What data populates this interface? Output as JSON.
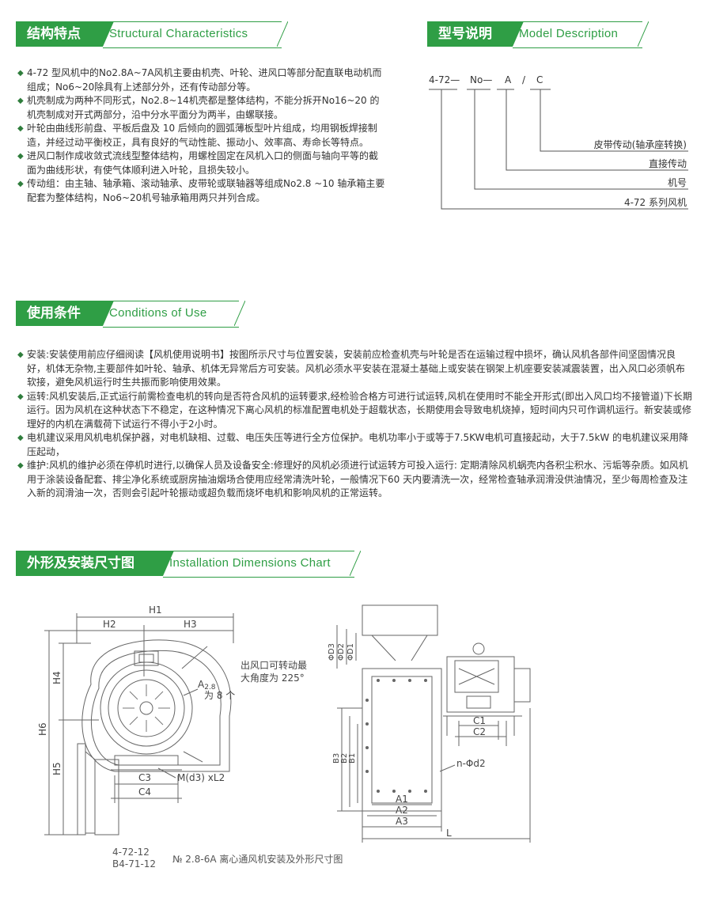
{
  "sections": {
    "structural": {
      "cn": "结构特点",
      "en": "Structural Characteristics"
    },
    "model": {
      "cn": "型号说明",
      "en": "Model Description"
    },
    "conditions": {
      "cn": "使用条件",
      "en": "Conditions of Use"
    },
    "installation": {
      "cn": "外形及安装尺寸图",
      "en": "Installation Dimensions Chart"
    }
  },
  "structural_items": [
    "4-72 型风机中的No2.8A~7A风机主要由机壳、叶轮、进风口等部分配直联电动机而组成；No6~20除具有上述部分外，还有传动部分等。",
    "机壳制成为两种不同形式，No2.8~14机壳都是整体结构，不能分拆开No16~20 的机壳制成对开式两部分，沿中分水平面分为两半，由螺联接。",
    "叶轮由曲线形前盘、平板后盘及 10 后倾向的圆弧薄板型叶片组成，均用钢板焊接制造，并经过动平衡校正，具有良好的气动性能、振动小、效率高、寿命长等特点。",
    "进风口制作成收敛式流线型整体结构，用螺栓固定在风机入口的侧面与轴向平等的截面为曲线形状，有使气体顺利进入叶轮，且损失较小。",
    "传动组：由主轴、轴承箱、滚动轴承、皮带轮或联轴器等组成No2.8 ~10 轴承箱主要配套为整体结构，No6~20机号轴承箱用两只并列合成。"
  ],
  "model": {
    "code_parts": [
      "4-72—",
      "No—",
      "A",
      "/",
      "C"
    ],
    "labels": [
      "皮带传动(轴承座转换)",
      "直接传动",
      "机号",
      "4-72 系列风机"
    ]
  },
  "condition_items": [
    "安装:安装使用前应仔细阅读【风机使用说明书】按图所示尺寸与位置安装，安装前应检查机壳与叶轮是否在运输过程中损坏，确认风机各部件间坚固情况良好，机体无杂物,主要部件如叶轮、轴承、机体无异常后方可安装。风机必须水平安装在混凝土基础上或安装在钢架上机座要安装减震装置，出入风口必须帆布软接，避免风机运行时生共振而影响使用效果。",
    "运转:风机安装后,正式运行前需检查电机的转向是否符合风机的运转要求,经检验合格方可进行试运转,风机在使用时不能全开形式(即出入风口均不接管道)下长期运行。因为风机在这种状态下不稳定，在这种情况下离心风机的标准配置电机处于超载状态，长期使用会导致电机烧掉，短时间内只可作调机运行。新安装或修理好的内机在满载荷下试运行不得小于2小时。",
    "电机建议采用风机电机保护器，对电机缺相、过载、电压失压等进行全方位保护。电机功率小于或等于7.5KW电机可直接起动，大于7.5kW 的电机建议采用降压起动，",
    "维护:风机的维护必须在停机时进行,以确保人员及设备安全:修理好的风机必须进行试运转方可投入运行: 定期清除风机蜗壳内各积尘积水、污垢等杂质。如风机用于涂装设备配套、排尘净化系统或厨房抽油烟场合使用应经常清洗叶轮，一般情况下60 天内要清洗一次，经常检查轴承润滑没供油情况，至少每周检查及注入新的润滑油一次，否则会引起叶轮振动或超负载而烧坏电机和影响风机的正常运转。"
  ],
  "drawing": {
    "note_line1": "出风口可转动最",
    "note_line2": "大角度为 225°",
    "a_label": "A",
    "a_sub": "2.8",
    "a_tail": "为 8 个",
    "h1": "H1",
    "h2": "H2",
    "h3": "H3",
    "h4": "H4",
    "h5": "H5",
    "h6": "H6",
    "c3": "C3",
    "c4": "C4",
    "m_label": "M(d3)  xL2",
    "d3": "ΦD3",
    "d2": "ΦD2",
    "d1": "ΦD1",
    "b3": "B3",
    "b2": "B2",
    "b1": "B1",
    "c1": "C1",
    "c2": "C2",
    "nd2": "n-Φd2",
    "a1": "A1",
    "a2": "A2",
    "a3": "A3",
    "l": "L",
    "caption_models_1": "4-72-12",
    "caption_models_2": "B4-71-12",
    "caption_text": "№ 2.8-6A 离心通风机安装及外形尺寸图"
  },
  "colors": {
    "accent": "#2f9e45",
    "text": "#333333",
    "line": "#555555"
  }
}
